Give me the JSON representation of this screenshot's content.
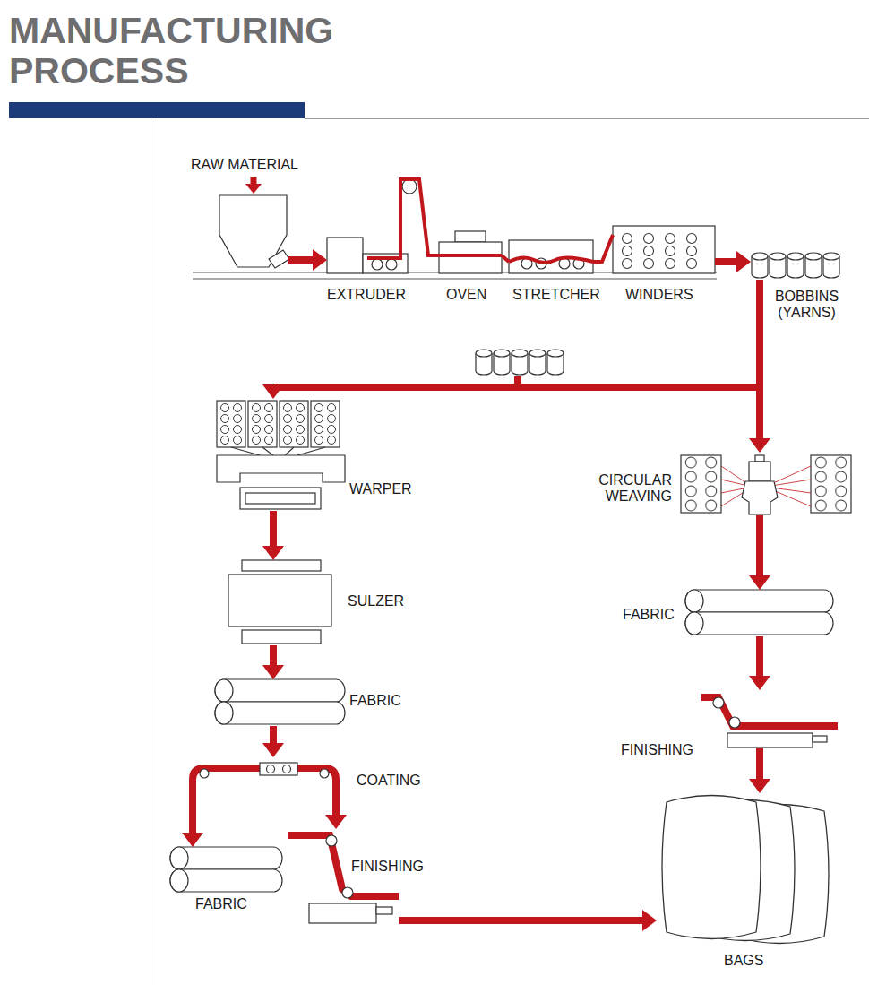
{
  "diagram": {
    "title": "MANUFACTURING PROCESS",
    "nodes": [
      {
        "text": [
          "RAW MATERIAL"
        ]
      },
      {
        "text": [
          "EXTRUDER"
        ]
      },
      {
        "text": [
          "OVEN"
        ]
      },
      {
        "text": [
          "STRETCHER"
        ]
      },
      {
        "text": [
          "WINDERS"
        ]
      },
      {
        "text": [
          "BOBBINS (YARNS)"
        ]
      },
      {
        "text": [
          "WARPER"
        ]
      },
      {
        "text": [
          "CIRCULAR WEAVING"
        ]
      },
      {
        "text": [
          "SULZER"
        ]
      },
      {
        "text": [
          "FABRIC"
        ]
      },
      {
        "text": [
          "FABRIC"
        ]
      },
      {
        "text": [
          "FINISHING"
        ]
      },
      {
        "text": [
          "COATING"
        ]
      },
      {
        "text": [
          "FINISHING"
        ]
      },
      {
        "text": [
          "FABRIC"
        ]
      },
      {
        "text": [
          "BAGS"
        ]
      }
    ],
    "edges": [
      {
        "from": 0,
        "to": 1,
        "arrow": "to"
      },
      {
        "from": 1,
        "to": 2,
        "arrow": "none"
      },
      {
        "from": 2,
        "to": 3,
        "arrow": "none"
      },
      {
        "from": 3,
        "to": 4,
        "arrow": "none"
      },
      {
        "from": 4,
        "to": 5,
        "arrow": "to"
      },
      {
        "from": 5,
        "to": 6,
        "arrow": "to"
      },
      {
        "from": 5,
        "to": 7,
        "arrow": "to"
      },
      {
        "from": 6,
        "to": 8,
        "arrow": "to"
      },
      {
        "from": 8,
        "to": 10,
        "arrow": "to"
      },
      {
        "from": 7,
        "to": 9,
        "arrow": "to"
      },
      {
        "from": 10,
        "to": 12,
        "arrow": "to"
      },
      {
        "from": 9,
        "to": 11,
        "arrow": "to"
      },
      {
        "from": 11,
        "to": 15,
        "arrow": "to"
      },
      {
        "from": 12,
        "to": 14,
        "arrow": "to"
      },
      {
        "from": 12,
        "to": 13,
        "arrow": "to"
      },
      {
        "from": 13,
        "to": 15,
        "arrow": "to"
      }
    ]
  }
}
